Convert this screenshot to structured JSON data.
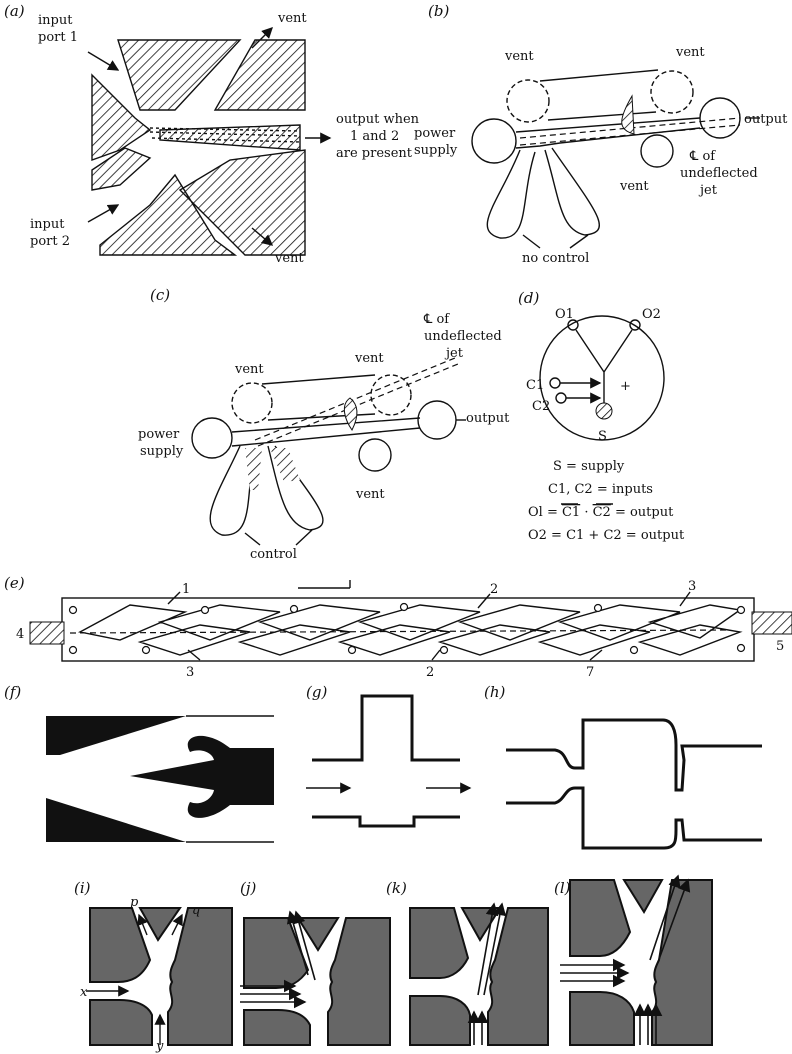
{
  "panels": {
    "a": "(a)",
    "b": "(b)",
    "c": "(c)",
    "d": "(d)",
    "e": "(e)",
    "f": "(f)",
    "g": "(g)",
    "h": "(h)",
    "i": "(i)",
    "j": "(j)",
    "k": "(k)",
    "l": "(l)"
  },
  "a": {
    "input1_l1": "input",
    "input1_l2": "port 1",
    "input2_l1": "input",
    "input2_l2": "port 2",
    "vent_top": "vent",
    "vent_bottom": "vent",
    "output_l1": "output when",
    "output_l2": "1 and 2",
    "output_l3": "are present"
  },
  "b": {
    "vent_left": "vent",
    "vent_right": "vent",
    "vent_bottom": "vent",
    "power_l1": "power",
    "power_l2": "supply",
    "output": "output",
    "cl_l1": "℄ of",
    "cl_l2": "undeflected",
    "cl_l3": "jet",
    "no_control": "no control"
  },
  "c": {
    "vent_left": "vent",
    "vent_mid": "vent",
    "vent_bottom": "vent",
    "power_l1": "power",
    "power_l2": "supply",
    "output": "output",
    "cl_l1": "℄ of",
    "cl_l2": "undeflected",
    "cl_l3": "jet",
    "control": "control"
  },
  "d": {
    "o1": "O1",
    "o2": "O2",
    "c1": "C1",
    "c2": "C2",
    "s": "S",
    "plus": "+",
    "eq1": "S = supply",
    "eq2": "C1, C2 = inputs",
    "eq3_pre": "Ol = ",
    "eq3_c1": "C1",
    "eq3_dot": " · ",
    "eq3_c2": "C2",
    "eq3_post": " = output",
    "eq4": "O2 = C1 + C2 = output"
  },
  "e": {
    "n1": "1",
    "n2a": "2",
    "n2b": "2",
    "n3a": "3",
    "n3b": "3",
    "n4": "4",
    "n5": "5",
    "n7": "7"
  },
  "i": {
    "p": "p",
    "q": "q",
    "x": "x",
    "y": "y"
  }
}
